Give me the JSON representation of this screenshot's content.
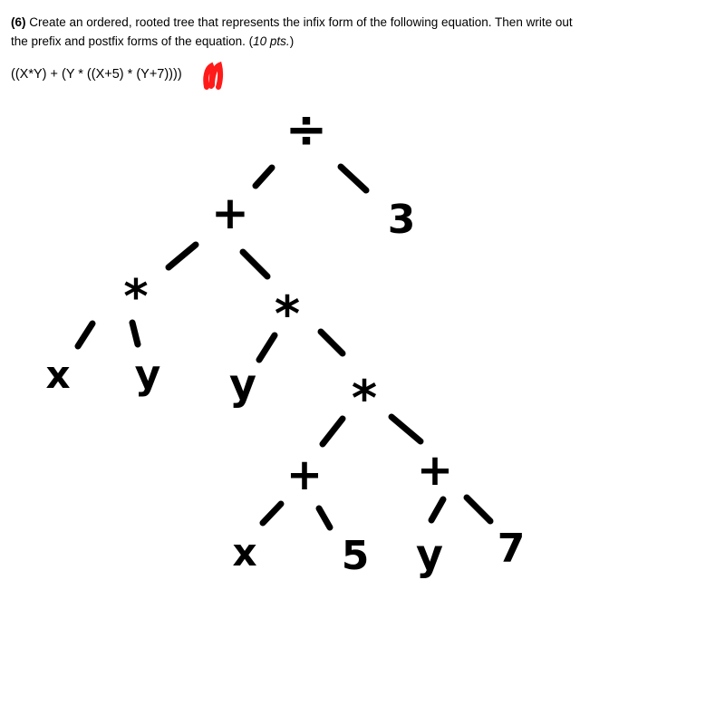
{
  "question": {
    "number": "(6)",
    "text_before_points": " Create an ordered, rooted tree that represents the infix form of the following equation. Then write out the prefix and postfix forms of the equation. (",
    "points": "10 pts.",
    "text_after_points": ")"
  },
  "equation": "((X*Y) + (Y * ((X+5) * (Y+7))))",
  "tree": {
    "root": "÷",
    "nodes": {
      "plus_top": "+",
      "three": "3",
      "times_left": "*",
      "times_mid": "*",
      "x_left": "x",
      "y_left": "y",
      "y_mid": "y",
      "times_lower": "*",
      "plus_lower_left": "+",
      "plus_lower_right": "+",
      "x_bottom": "x",
      "five": "5",
      "y_bottom": "y",
      "seven": "7"
    }
  },
  "colors": {
    "ink": "#000000",
    "red_mark": "#ff1a1a"
  }
}
